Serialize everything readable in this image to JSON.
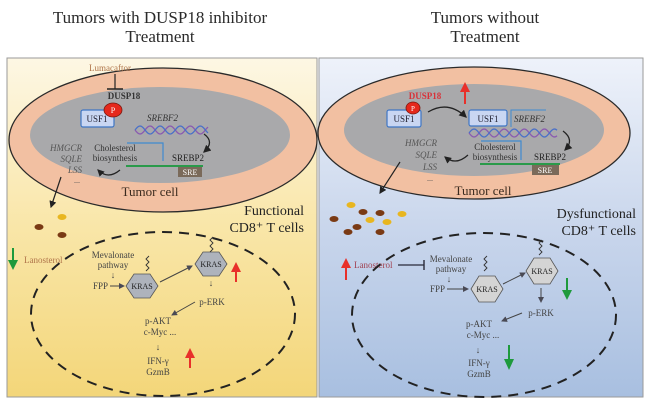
{
  "left_panel": {
    "title_line1": "Tumors with DUSP18 inhibitor",
    "title_line2": "Treatment",
    "drug": "Lumacaftor",
    "dusp18": "DUSP18",
    "phospho": "P",
    "usf1": "USF1",
    "srebf2": "SREBF2",
    "chol_line1": "Cholesterol",
    "chol_line2": "biosynthesis",
    "srebp2": "SREBP2",
    "sre": "SRE",
    "genes": [
      "HMGCR",
      "SQLE",
      "LSS",
      "..."
    ],
    "tumor_cell": "Tumor cell",
    "lanosterol": "Lanosterol",
    "lanosterol_change": "down",
    "tcell_line1": "Functional",
    "tcell_line2": "CD8⁺ T cells",
    "mev_line1": "Mevalonate",
    "mev_line2": "pathway",
    "fpp": "FPP",
    "kras": "KRAS",
    "perk": "p-ERK",
    "pakt": "p-AKT",
    "cmyc": "c-Myc ...",
    "ifng": "IFN-γ",
    "gzmb": "GzmB",
    "kras_change": "up",
    "effector_change": "up"
  },
  "right_panel": {
    "title_line1": "Tumors without",
    "title_line2": "Treatment",
    "dusp18": "DUSP18",
    "dusp18_change": "up",
    "phospho": "P",
    "usf1": "USF1",
    "usf1_bound": "USF1",
    "srebf2": "SREBF2",
    "chol_line1": "Cholesterol",
    "chol_line2": "biosynthesis",
    "srebp2": "SREBP2",
    "sre": "SRE",
    "genes": [
      "HMGCR",
      "SQLE",
      "LSS",
      "..."
    ],
    "tumor_cell": "Tumor cell",
    "lanosterol": "Lanosterol",
    "lanosterol_change": "up",
    "tcell_line1": "Dysfunctional",
    "tcell_line2": "CD8⁺ T cells",
    "mev_line1": "Mevalonate",
    "mev_line2": "pathway",
    "fpp": "FPP",
    "kras": "KRAS",
    "perk": "p-ERK",
    "pakt": "p-AKT",
    "cmyc": "c-Myc ...",
    "ifng": "IFN-γ",
    "gzmb": "GzmB",
    "kras_change": "down",
    "effector_change": "down"
  },
  "colors": {
    "left_bg_top": "#fdf6e0",
    "left_bg_bottom": "#f5d97a",
    "right_bg_top": "#e8eef8",
    "right_bg_bottom": "#a9bfe0",
    "cell_outer": "#f2bfa0",
    "nucleus": "#a8a8a8",
    "up_arrow": "#e8302a",
    "down_arrow": "#1e9a3c",
    "dusp18_up": "#d8323a",
    "usf1_box": "#3f76c4",
    "sre_box": "#7a6a5a",
    "promoter_line": "#2a9a4a",
    "kras_fill": "#b0b4bc"
  }
}
